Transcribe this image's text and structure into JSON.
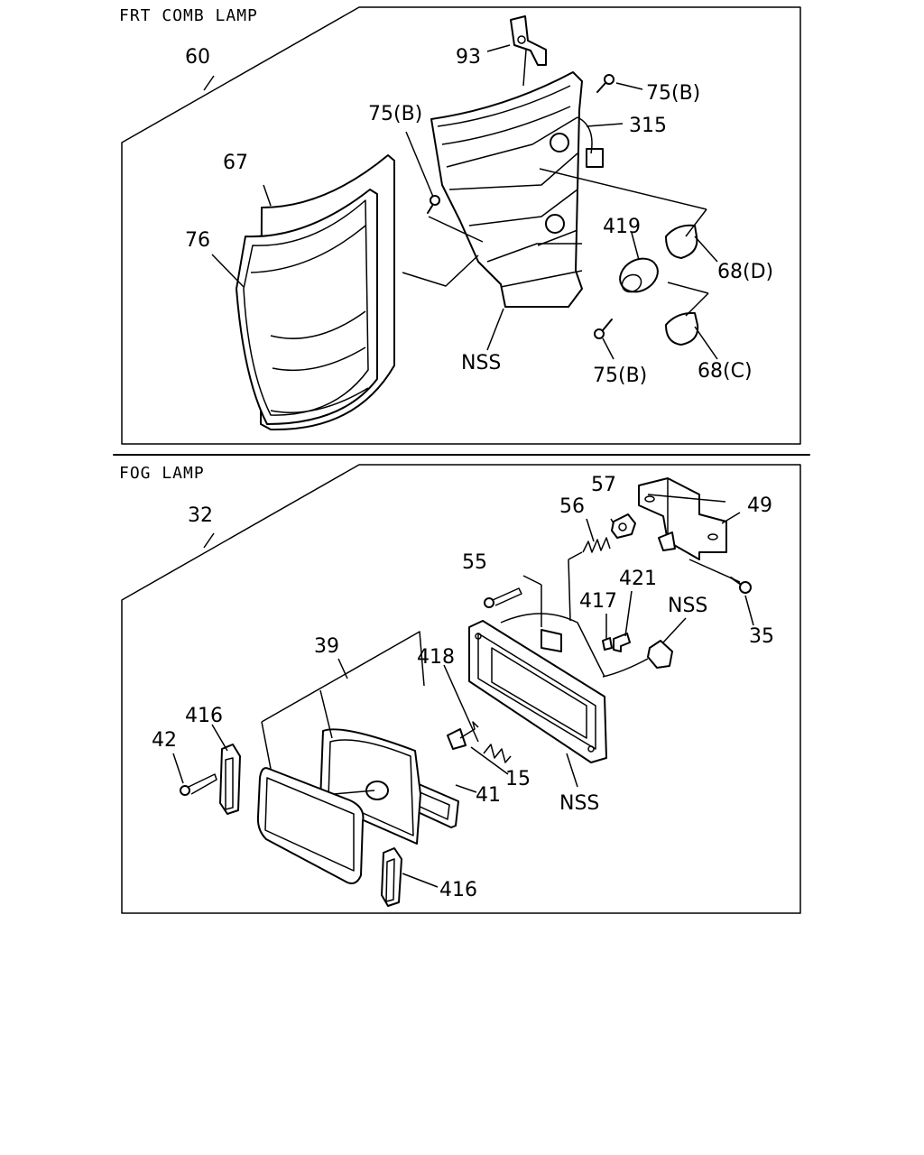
{
  "sections": {
    "combination_lamp": {
      "title": "FRT COMB LAMP",
      "labels": {
        "l60": "60",
        "l93": "93",
        "l75b_top": "75(B)",
        "l75b_left": "75(B)",
        "l315": "315",
        "l67": "67",
        "l76": "76",
        "l419": "419",
        "l68d": "68(D)",
        "lnss": "NSS",
        "l75b_bottom": "75(B)",
        "l68c": "68(C)"
      }
    },
    "fog_lamp": {
      "title": "FOG LAMP",
      "labels": {
        "l32": "32",
        "l57": "57",
        "l56": "56",
        "l49": "49",
        "l55": "55",
        "l421": "421",
        "l417": "417",
        "lnss_right": "NSS",
        "l35": "35",
        "l39": "39",
        "l418": "418",
        "l416_top": "416",
        "l42": "42",
        "l15": "15",
        "l41": "41",
        "lnss_bottom": "NSS",
        "l416_bottom": "416"
      }
    }
  }
}
